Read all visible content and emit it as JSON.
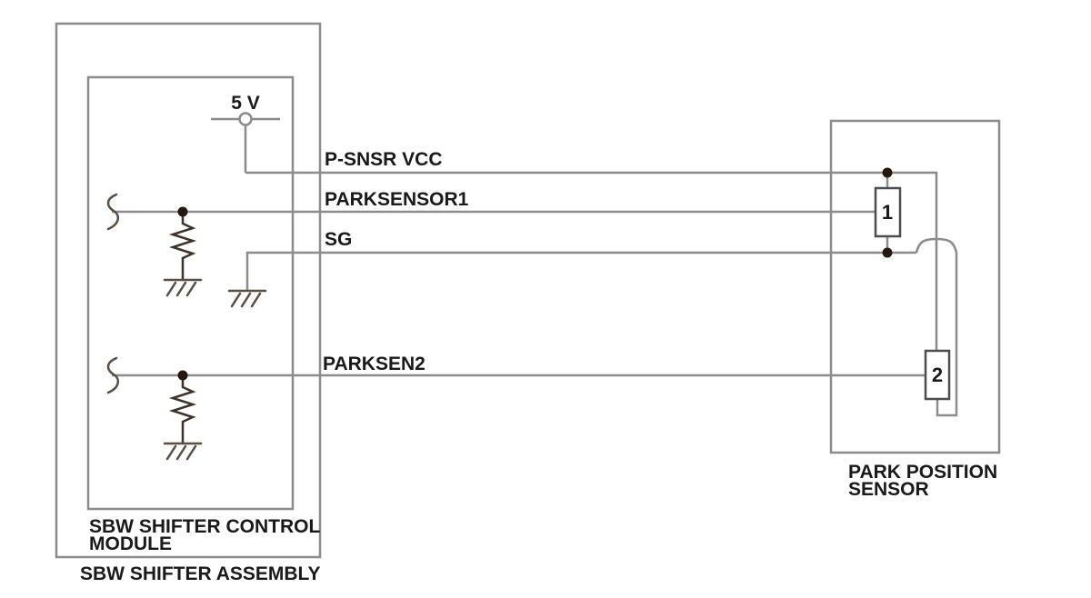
{
  "diagram": {
    "supply": {
      "label": "5 V"
    },
    "signals": [
      {
        "label": "P-SNSR VCC"
      },
      {
        "label": "PARKSENSOR1"
      },
      {
        "label": "SG"
      },
      {
        "label": "PARKSEN2"
      }
    ],
    "modules": {
      "assembly": {
        "caption": "SBW SHIFTER ASSEMBLY"
      },
      "control_module": {
        "caption_line1": "SBW SHIFTER CONTROL",
        "caption_line2": "MODULE"
      },
      "sensor": {
        "caption_line1": "PARK POSITION",
        "caption_line2": "SENSOR",
        "pins": [
          {
            "number": "1"
          },
          {
            "number": "2"
          }
        ]
      }
    },
    "colors": {
      "wire": "#8c8c8c",
      "component_outline": "#4d4d4d",
      "symbol": "#3f3229",
      "junction_dot": "#241811",
      "text": "#1a1a1a",
      "background": "#ffffff"
    }
  }
}
